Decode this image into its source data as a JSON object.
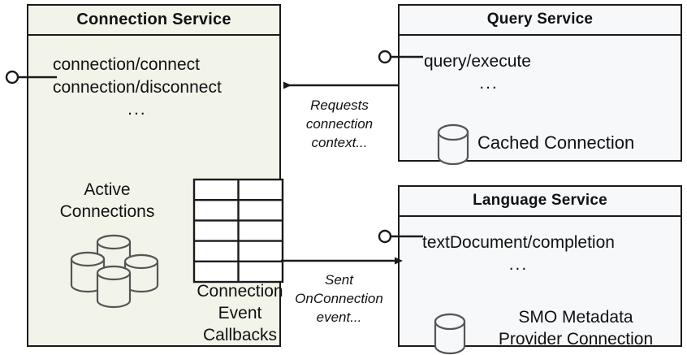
{
  "diagram": {
    "title": "Connection Service interaction diagram",
    "style": {
      "connection_service_fill": "#f2f4ea",
      "service_fill": "#f7f8fa",
      "stroke": "#1a1a1a",
      "icon_stroke": "#555555",
      "background": "#ffffff"
    }
  },
  "connection_service": {
    "title": "Connection Service",
    "api": {
      "line1": "connection/connect",
      "line2": "connection/disconnect",
      "ellipsis": "..."
    },
    "active_connections": {
      "label_line1": "Active",
      "label_line2": "Connections",
      "icon": "database-cluster-icon"
    },
    "callbacks": {
      "label_line1": "Connection",
      "label_line2": "Event",
      "label_line3": "Callbacks",
      "icon": "table-grid-icon",
      "table_rows": 5,
      "table_columns": 2
    },
    "provided_interface": "lollipop-icon"
  },
  "query_service": {
    "title": "Query Service",
    "api": {
      "line1": "query/execute",
      "ellipsis": "..."
    },
    "resource": {
      "label": "Cached Connection",
      "icon": "database-icon"
    },
    "provided_interface": "lollipop-icon"
  },
  "language_service": {
    "title": "Language Service",
    "api": {
      "line1": "textDocument/completion",
      "ellipsis": "..."
    },
    "resource": {
      "label_line1": "SMO Metadata",
      "label_line2": "Provider Connection",
      "icon": "database-icon"
    },
    "provided_interface": "lollipop-icon"
  },
  "edges": [
    {
      "id": "query-to-connection",
      "from": "query_service",
      "to": "connection_service",
      "label_line1": "Requests",
      "label_line2": "connection",
      "label_line3": "context...",
      "direction": "left"
    },
    {
      "id": "connection-to-language",
      "from": "connection_service",
      "to": "language_service",
      "label_line1": "Sent",
      "label_line2": "OnConnection",
      "label_line3": "event...",
      "direction": "right"
    }
  ]
}
